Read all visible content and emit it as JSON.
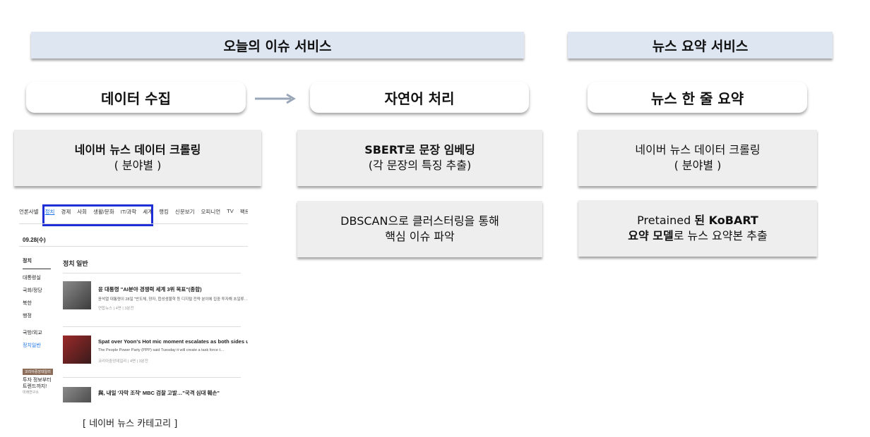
{
  "banners": {
    "left": "오늘의 이슈 서비스",
    "right": "뉴스 요약 서비스"
  },
  "steps": {
    "collect": "데이터 수집",
    "nlp": "자연어 처리",
    "summary": "뉴스 한 줄 요약"
  },
  "boxes": {
    "crawl_left": {
      "line1": "네이버 뉴스 데이터 크롤링",
      "line2": "( 분야별 )"
    },
    "sbert": {
      "line1": "SBERT로 문장 임베딩",
      "line2": "(각 문장의 특징 추출)"
    },
    "dbscan": {
      "line1": "DBSCAN으로 클러스터링을 통해",
      "line2": "핵심 이슈 파악"
    },
    "crawl_right": {
      "line1": "네이버 뉴스 데이터 크롤링",
      "line2": "( 분야별 )"
    },
    "kobart": {
      "line1a": "Pretained ",
      "line1b": "된 KoBART",
      "line2a": "요약 모델",
      "line2b": "로 뉴스 요약본 추출"
    }
  },
  "screenshot": {
    "nav": [
      "언론사별",
      "정치",
      "경제",
      "사회",
      "생활/문화",
      "IT/과학",
      "세계",
      "랭킹",
      "신문보기",
      "오피니언",
      "TV",
      "팩트체크"
    ],
    "date": "09.28(수)",
    "side_title": "정치",
    "side_items": [
      "대통령실",
      "국회/정당",
      "북한",
      "행정",
      "국방/외교",
      "정치일반"
    ],
    "section_title": "정치 일반",
    "articles": [
      {
        "headline": "윤 대통령 \"AI분야 경쟁력 세계 3위 목표\"(종합)",
        "summary": "윤석열 대통령이 28일 \"반도체, 양자, 합성생물학 등 디지털 전략 분야에 집중 투자해 초일류…",
        "meta": "연합뉴스 | 4면 | 3분전"
      },
      {
        "headline": "Spat over Yoon's Hot mic moment escalates as both sides up the ante",
        "summary": "The People Power Party (PPP) said Tuesday it will create a task force t…",
        "meta": "코리아중앙데일리 | 4면 | 3분전"
      },
      {
        "headline": "與, 내일 '자막 조작' MBC 검찰 고발…\"국격 심대 훼손\"",
        "summary": "",
        "meta": ""
      }
    ],
    "badge": "코리아중앙데일리",
    "promo": [
      "투자 정보부터",
      "트렌드까지!"
    ],
    "promo_sub": "미래연구소"
  },
  "caption": "[ 네이버 뉴스 카테고리 ]",
  "colors": {
    "banner_bg": "#dde6f1",
    "box_bg": "#eeeeee",
    "highlight_border": "#1e2fd6"
  }
}
